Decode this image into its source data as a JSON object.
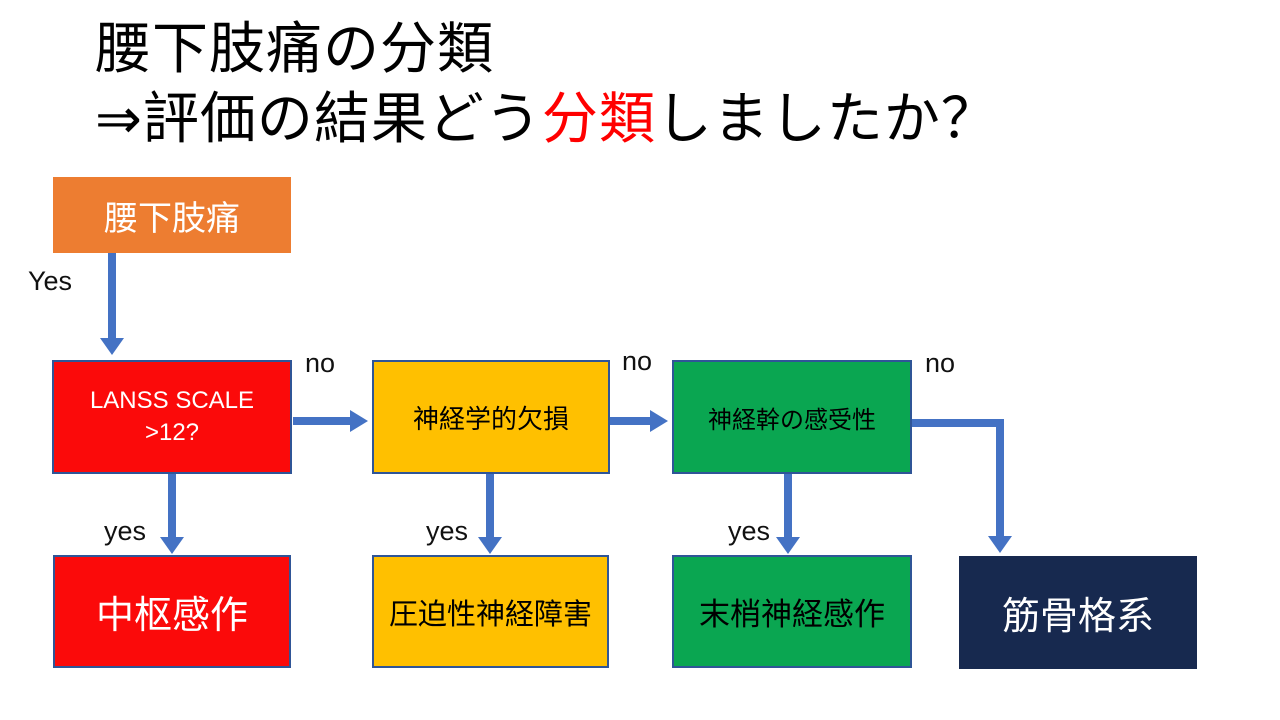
{
  "title": {
    "line1": "腰下肢痛の分類",
    "line2_pre": "⇒評価の結果どう",
    "line2_em": "分類",
    "line2_post": "しましたか？"
  },
  "nodes": {
    "start": "腰下肢痛",
    "decision1_line1": "LANSS SCALE",
    "decision1_line2": ">12?",
    "decision2": "神経学的欠損",
    "decision3": "神経幹の感受性",
    "outcome1": "中枢感作",
    "outcome2": "圧迫性神経障害",
    "outcome3": "末梢神経感作",
    "outcome4": "筋骨格系"
  },
  "edge_labels": {
    "start_yes": "Yes",
    "no1": "no",
    "no2": "no",
    "no3": "no",
    "yes1": "yes",
    "yes2": "yes",
    "yes3": "yes"
  },
  "colors": {
    "orange": "#ED7D31",
    "red": "#FB0A0A",
    "yellow": "#FFC000",
    "green": "#0AA651",
    "navy": "#17294F",
    "arrow": "#4472C4",
    "box_border": "#2F5597",
    "highlight_text": "#FF0000"
  }
}
